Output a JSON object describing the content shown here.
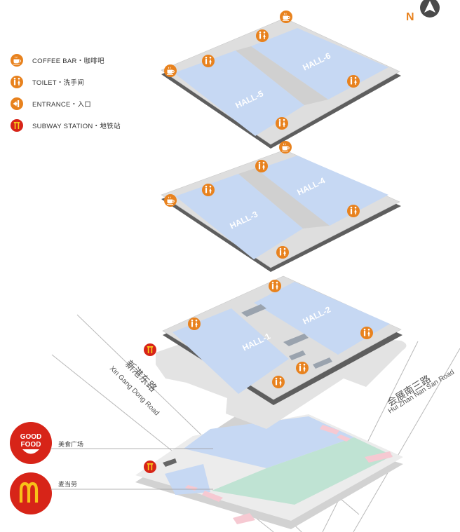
{
  "compass": {
    "label": "N"
  },
  "legend": [
    {
      "icon": "coffee-cup-icon",
      "label": "COFFEE BAR・咖啡吧"
    },
    {
      "icon": "toilet-icon",
      "label": "TOILET・洗手间"
    },
    {
      "icon": "entrance-icon",
      "label": "ENTRANCE・入口"
    },
    {
      "icon": "subway-icon",
      "label": "SUBWAY STATION・地铁站"
    }
  ],
  "halls": {
    "hall1": "HALL-1",
    "hall2": "HALL-2",
    "hall3": "HALL-3",
    "hall4": "HALL-4",
    "hall5": "HALL-5",
    "hall6": "HALL-6"
  },
  "roads": {
    "xingang_cn": "新港东路",
    "xingang_en": "Xin Gang Dong Road",
    "huizhan_cn": "会展南三路",
    "huizhan_en": "Hui Zhan Nan San Road"
  },
  "brands": {
    "goodfood_logo_line1": "GOOD",
    "goodfood_logo_line2": "FOOD",
    "goodfood_label": "美食广场",
    "mcdonalds_label": "麦当劳"
  },
  "colors": {
    "orange": "#e8821e",
    "subway_red": "#d72418",
    "hall_blue": "#c6d8f3",
    "food_green": "#bfe3d3",
    "floor_gray": "#dcdcdc",
    "plaza_gray": "#e6e6e6"
  }
}
